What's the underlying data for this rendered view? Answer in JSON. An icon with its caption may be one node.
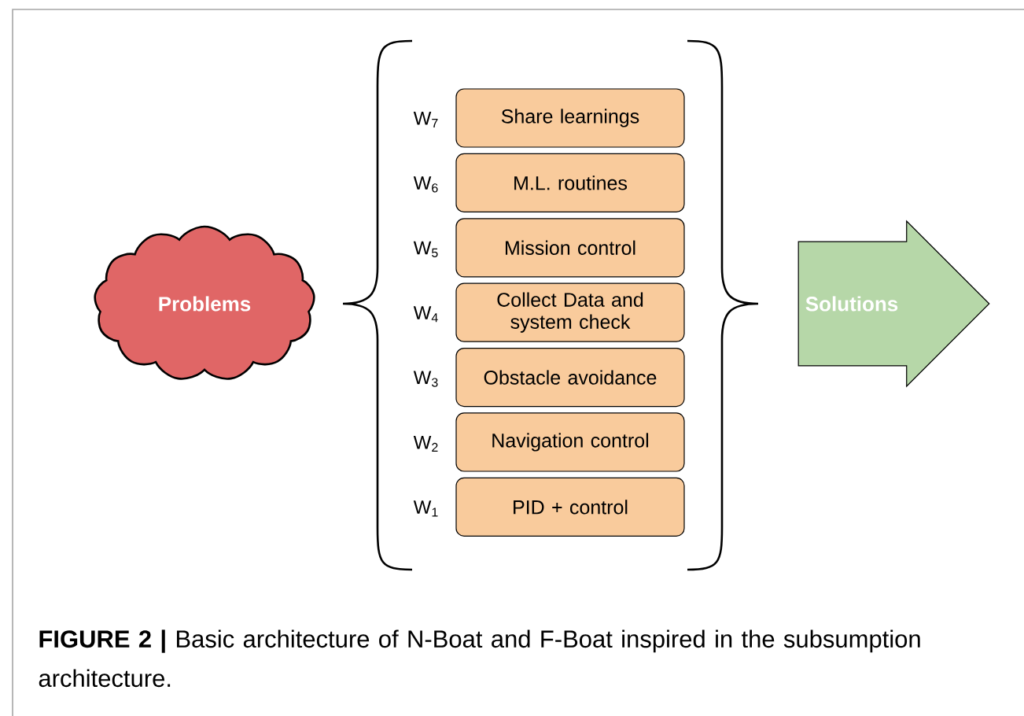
{
  "diagram": {
    "caption": "**FIGURE 2 |** Basic architecture of N-Boat and F-Boat inspired in the subsumption architecture.",
    "nodes": [
      {
        "text": [
          "Problems"
        ]
      },
      {
        "text": [
          "Share learnings"
        ]
      },
      {
        "text": [
          "M.L. routines"
        ]
      },
      {
        "text": [
          "Mission control"
        ]
      },
      {
        "text": [
          "Collect Data and system check"
        ]
      },
      {
        "text": [
          "Obstacle avoidance"
        ]
      },
      {
        "text": [
          "Navigation control"
        ]
      },
      {
        "text": [
          "PID + control"
        ]
      },
      {
        "text": [
          "Solutions"
        ]
      }
    ],
    "edges": [],
    "labels": [
      "W$_{7}$",
      "W$_{6}$",
      "W$_{5}$",
      "W$_{4}$",
      "W$_{3}$",
      "W$_{2}$",
      "W$_{1}$"
    ]
  }
}
